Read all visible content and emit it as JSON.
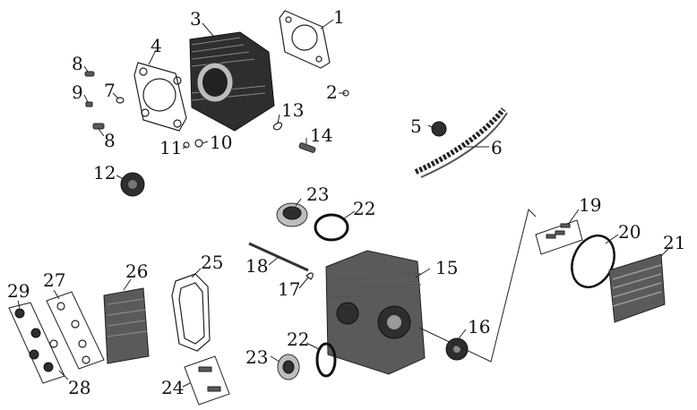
{
  "callouts": [
    {
      "id": "c1",
      "text": "1"
    },
    {
      "id": "c2",
      "text": "2"
    },
    {
      "id": "c3",
      "text": "3"
    },
    {
      "id": "c4",
      "text": "4"
    },
    {
      "id": "c5",
      "text": "5"
    },
    {
      "id": "c6",
      "text": "6"
    },
    {
      "id": "c7",
      "text": "7"
    },
    {
      "id": "c8a",
      "text": "8"
    },
    {
      "id": "c8b",
      "text": "8"
    },
    {
      "id": "c9",
      "text": "9"
    },
    {
      "id": "c10",
      "text": "10"
    },
    {
      "id": "c11",
      "text": "11"
    },
    {
      "id": "c12",
      "text": "12"
    },
    {
      "id": "c13",
      "text": "13"
    },
    {
      "id": "c14",
      "text": "14"
    },
    {
      "id": "c15",
      "text": "15"
    },
    {
      "id": "c16",
      "text": "16"
    },
    {
      "id": "c17",
      "text": "17"
    },
    {
      "id": "c18",
      "text": "18"
    },
    {
      "id": "c19",
      "text": "19"
    },
    {
      "id": "c20",
      "text": "20"
    },
    {
      "id": "c21",
      "text": "21"
    },
    {
      "id": "c22a",
      "text": "22"
    },
    {
      "id": "c22b",
      "text": "22"
    },
    {
      "id": "c23a",
      "text": "23"
    },
    {
      "id": "c23b",
      "text": "23"
    },
    {
      "id": "c24",
      "text": "24"
    },
    {
      "id": "c25",
      "text": "25"
    },
    {
      "id": "c26",
      "text": "26"
    },
    {
      "id": "c27",
      "text": "27"
    },
    {
      "id": "c28",
      "text": "28"
    },
    {
      "id": "c29",
      "text": "29"
    }
  ],
  "colors": {
    "ink": "#111111",
    "metal": "#5a5a5a",
    "dark": "#2e2e2e",
    "light": "#bdbdbd",
    "background": "#ffffff"
  }
}
